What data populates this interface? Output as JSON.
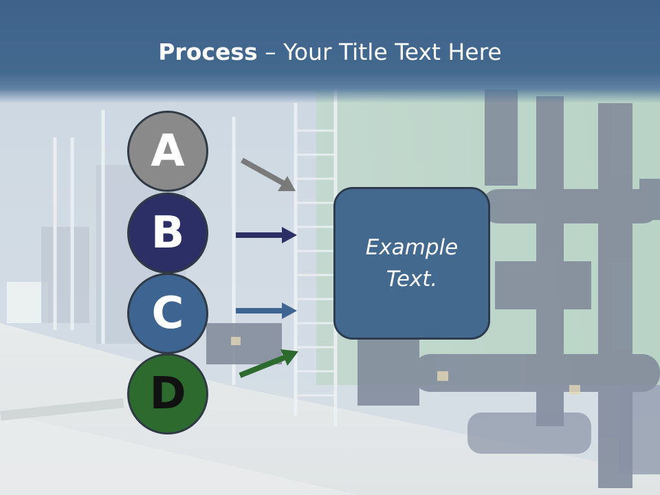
{
  "title": {
    "bold": "Process",
    "rest": " – Your Title Text Here"
  },
  "steps": [
    {
      "letter": "A",
      "color": "#8a8a8a",
      "arrow_color": "#7a7a7a"
    },
    {
      "letter": "B",
      "color": "#2b2f66",
      "arrow_color": "#2b2f66"
    },
    {
      "letter": "C",
      "color": "#3e6491",
      "arrow_color": "#3e6491"
    },
    {
      "letter": "D",
      "color": "#2d6a2e",
      "arrow_color": "#2d6a2e"
    }
  ],
  "example": {
    "line1": "Example",
    "line2": "Text."
  },
  "colors": {
    "title_bar": "#44698f",
    "box_fill": "#43698f"
  }
}
